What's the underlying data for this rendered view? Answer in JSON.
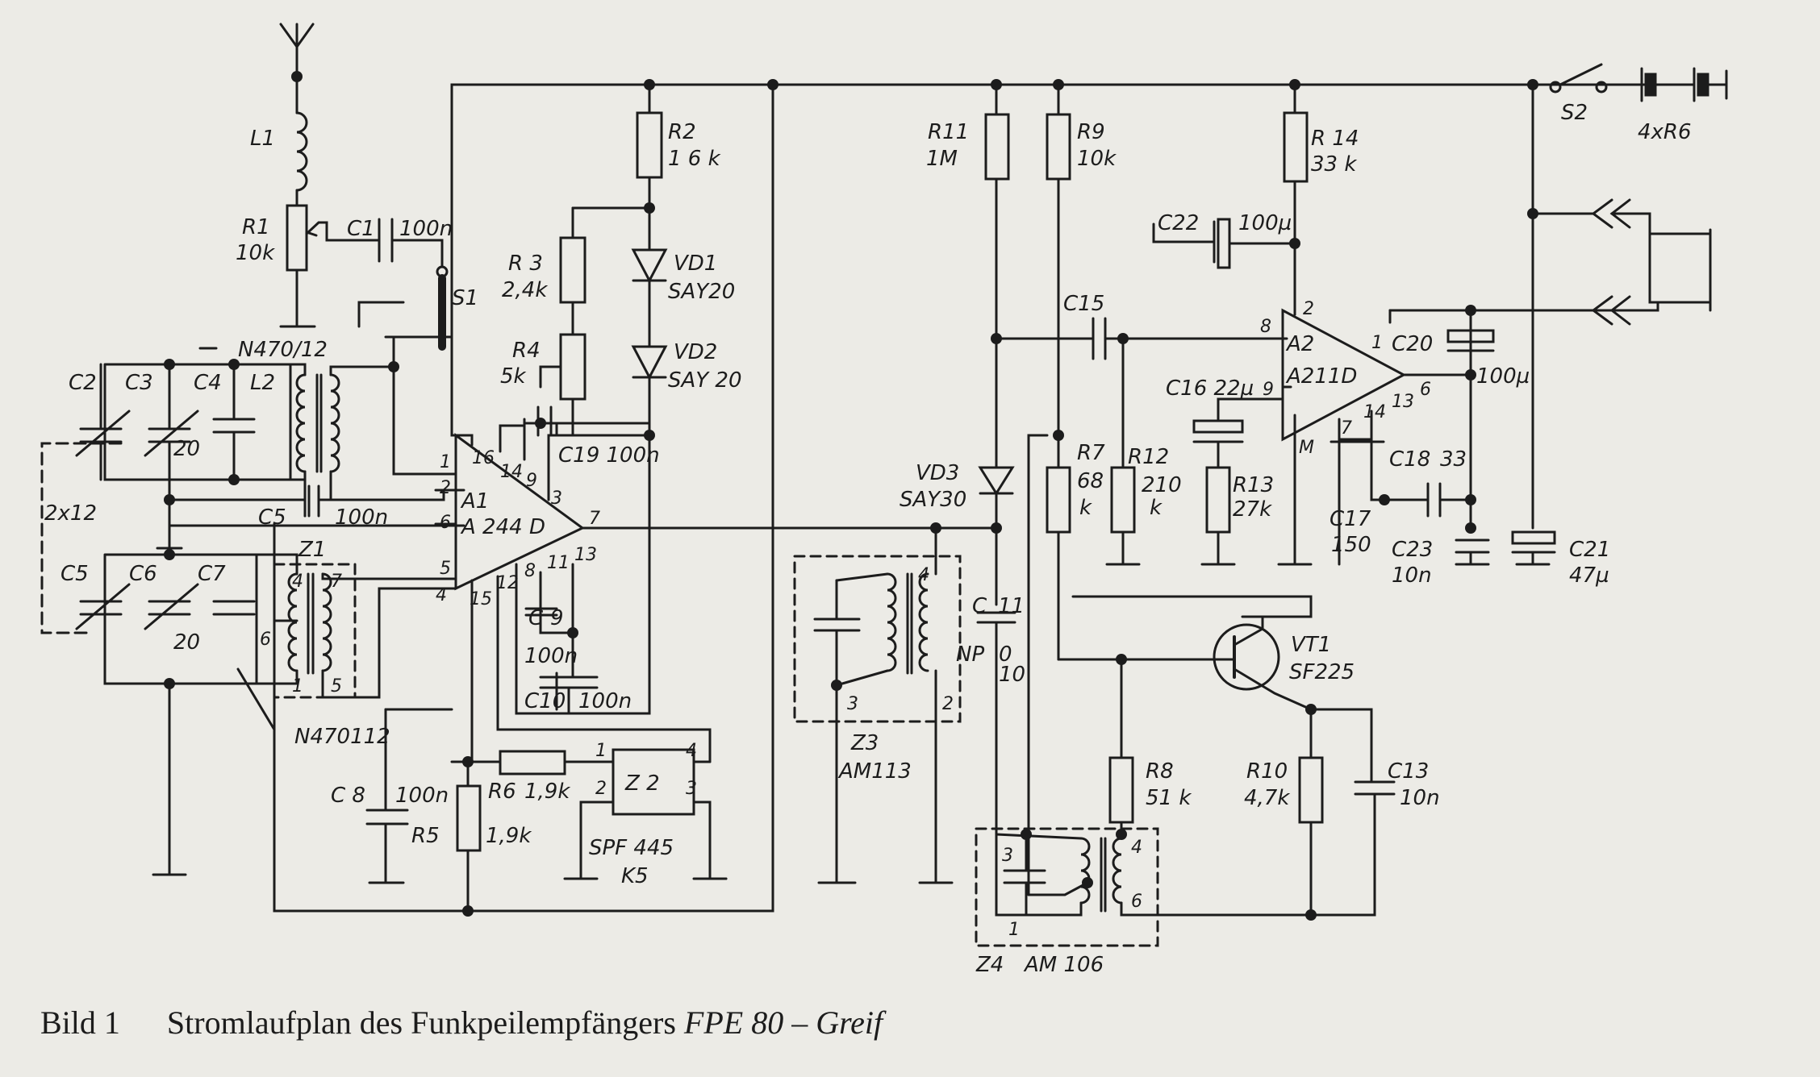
{
  "caption": {
    "label": "Bild 1",
    "text": "Stromlaufplan des Funkpeilempfängers",
    "device": "FPE 80 – Greif"
  },
  "labels": {
    "L1": "L1",
    "R1": "R1",
    "R1v": "10k",
    "C1": "C1",
    "C1v": "100n",
    "S1": "S1",
    "N1": "N470/12",
    "C2": "C2",
    "C3": "C3",
    "C4": "C4",
    "L2": "L2",
    "C34v": "20",
    "gang": "2x12",
    "C5a": "C5",
    "C5av": "100n",
    "C5": "C5",
    "C6": "C6",
    "C7": "C7",
    "C67v": "20",
    "Z1": "Z1",
    "Z1p4": "4",
    "Z1p7": "7",
    "Z1p6": "6",
    "Z1p1": "1",
    "Z1p5": "5",
    "N2": "N470112",
    "C8": "C 8",
    "C8v": "100n",
    "R5": "R5",
    "R6": "R6",
    "R6v": "1,9k",
    "R5v": "1,9k",
    "Z2": "Z 2",
    "Z2p1": "1",
    "Z2p4": "4",
    "Z2p2": "2",
    "Z2p3": "3",
    "SPF": "SPF 445",
    "K5": "K5",
    "A1": "A1",
    "A1t": "A 244 D",
    "p1": "1",
    "p2": "2",
    "p6": "6",
    "p5": "5",
    "p4": "4",
    "p16": "16",
    "p14": "14",
    "p9": "9",
    "p3": "3",
    "p7": "7",
    "p13": "13",
    "p15": "15",
    "p12": "12",
    "p8": "8",
    "p11": "11",
    "C9": "C",
    "C9b": "9",
    "C9v": "100n",
    "C10": "C10",
    "C10v": "100n",
    "R2": "R2",
    "R2v": "1 6 k",
    "R3": "R 3",
    "R3v": "2,4k",
    "R4": "R4",
    "R4v": "5k",
    "VD1": "VD1",
    "VD1t": "SAY20",
    "VD2": "VD2",
    "VD2t": "SAY 20",
    "C19": "C19 100n",
    "R11": "R11",
    "R11v": "1M",
    "R9": "R9",
    "R9v": "10k",
    "C15": "C15",
    "VD3": "VD3",
    "VD3t": "SAY30",
    "R7": "R7",
    "R7v": "68",
    "R7k": "k",
    "R12": "R12",
    "R12v": "210",
    "R12k": "k",
    "C11": "C",
    "C11b": "11",
    "NPO": "NP",
    "NPO2": "0",
    "C11v": "10",
    "Z3": "Z3",
    "Z3t": "AM113",
    "Z3p4": "4",
    "Z3p3": "3",
    "Z3p2": "2",
    "R14": "R 14",
    "R14v": "33 k",
    "C22": "C22",
    "C22v": "100µ",
    "A2": "A2",
    "A2t": "A211D",
    "A2p2": "2",
    "A2p8": "8",
    "A2p9": "9",
    "A2p1": "1",
    "A2p6": "6",
    "A2p7": "7",
    "A2p14": "14",
    "A2p13": "13",
    "A2M": "M",
    "C16": "C16 22µ",
    "R13": "R13",
    "R13v": "27k",
    "C17": "C17",
    "C17v": "150",
    "C18": "C18",
    "C18v": "33",
    "C20": "C20",
    "C20v": "100µ",
    "C23": "C23",
    "C23v": "10n",
    "C21": "C21",
    "C21v": "47µ",
    "S2": "S2",
    "Batt": "4xR6",
    "VT1": "VT1",
    "VT1t": "SF225",
    "R8": "R8",
    "R8v": "51 k",
    "R10": "R10",
    "R10v": "4,7k",
    "C13": "C13",
    "C13v": "10n",
    "Z4": "Z4",
    "Z4t": "AM 106",
    "Z4p3": "3",
    "Z4p1": "1",
    "Z4p4": "4",
    "Z4p6": "6"
  }
}
